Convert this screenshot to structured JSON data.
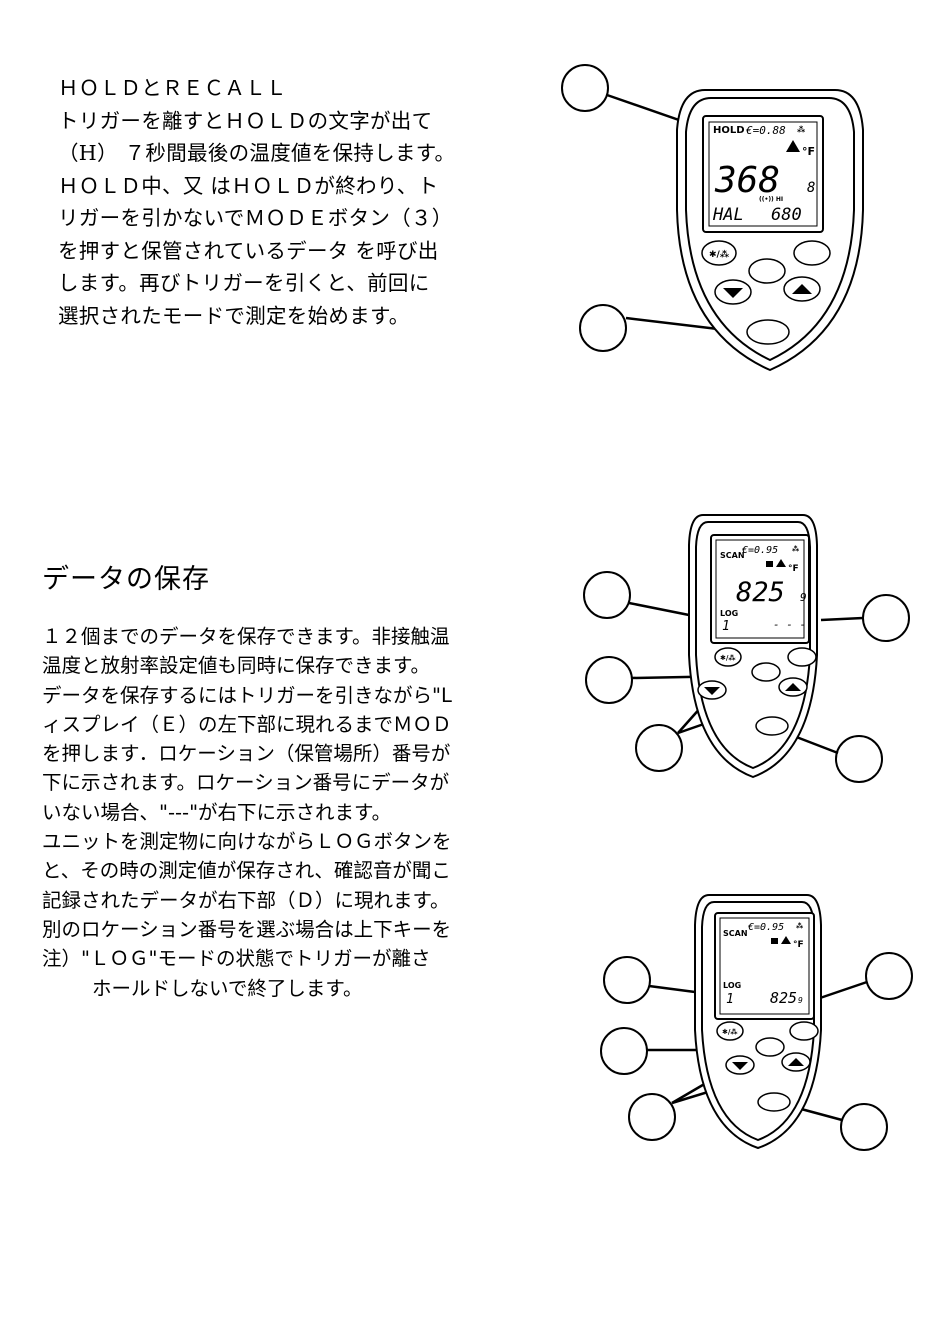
{
  "section_hold": {
    "lines": [
      "ＨＯＬＤとＲＥＣＡＬＬ",
      "トリガーを離すとＨＯＬＤの文字が出て",
      "（H） ７秒間最後の温度値を保持します。",
      "ＨＯＬＤ中、又 はＨＯＬＤが終わり、ト",
      "リガーを引かないでＭＯＤＥボタン（３）",
      "を押すと保管されているデータ を呼び出",
      "します。再びトリガーを引くと、前回に",
      "選択されたモードで測定を始めます。"
    ]
  },
  "section_save": {
    "heading": "データの保存",
    "lines": [
      "１２個までのデータを保存できます。非接触温",
      "温度と放射率設定値も同時に保存できます。",
      "データを保存するにはトリガーを引きながら\"L",
      "ィスプレイ（Ｅ）の左下部に現れるまでＭＯＤ",
      "を押します．ロケーション（保管場所）番号が",
      "下に示されます。ロケーション番号にデータが",
      "いない場合、\"---\"が右下に示されます。",
      "ユニットを測定物に向けながらＬＯＧボタンを",
      "と、その時の測定値が保存され、確認音が聞こ",
      "記録されたデータが右下部（Ｄ）に現れます。",
      "別のロケーション番号を選ぶ場合は上下キーを",
      "注）\"ＬＯＧ\"モードの状態でトリガーが離さ",
      "ホールドしないで終了します。"
    ]
  },
  "device1": {
    "mode": "HOLD",
    "emissivity": "€=0.88",
    "reading": "368",
    "reading_decimal": "8",
    "unit": "°F",
    "bottom_left": "HAL",
    "bottom_right": "680",
    "signal": "((•)) HI"
  },
  "device2": {
    "mode": "SCAN",
    "emissivity": "€=0.95",
    "reading": "825",
    "reading_decimal": "9",
    "unit": "°F",
    "log_label": "LOG",
    "location": "1",
    "stored": "- - -"
  },
  "device3": {
    "mode": "SCAN",
    "emissivity": "€=0.95",
    "unit": "°F",
    "log_label": "LOG",
    "location": "1",
    "stored": "825",
    "stored_decimal": "9"
  },
  "icons": {
    "laser_light_button": "laser-light-icon",
    "up_arrow": "up-arrow-icon",
    "down_arrow": "down-arrow-icon",
    "lock": "lock-icon",
    "alarm": "alarm-triangle-icon"
  }
}
